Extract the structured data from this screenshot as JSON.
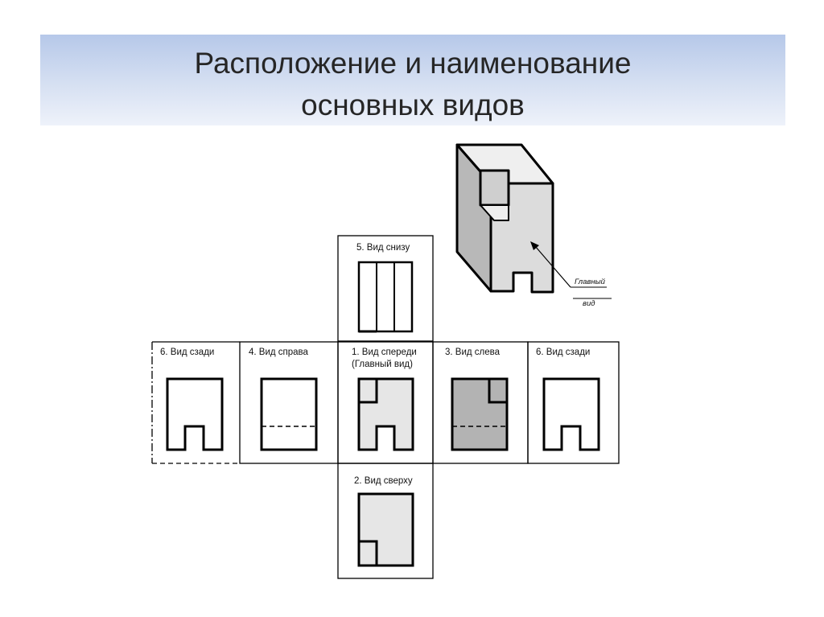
{
  "title": {
    "line1": "Расположение и наименование",
    "line2": "основных видов"
  },
  "views": {
    "bottom": "5. Вид снизу",
    "rear_left": "6. Вид сзади",
    "right": "4. Вид справа",
    "front_line1": "1. Вид спереди",
    "front_line2": "(Главный вид)",
    "left": "3. Вид слева",
    "rear_right": "6. Вид сзади",
    "top": "2. Вид сверху"
  },
  "iso": {
    "caption_line1": "Главный",
    "caption_line2": "вид"
  },
  "colors": {
    "title_band_top": "#b6c8e9",
    "title_band_bottom": "#eef2fa",
    "part_light": "#e6e6e6",
    "part_dark": "#b3b3b3",
    "iso_side": "#b8b8b8",
    "iso_front": "#dedede",
    "iso_top": "#f0f0f0"
  }
}
